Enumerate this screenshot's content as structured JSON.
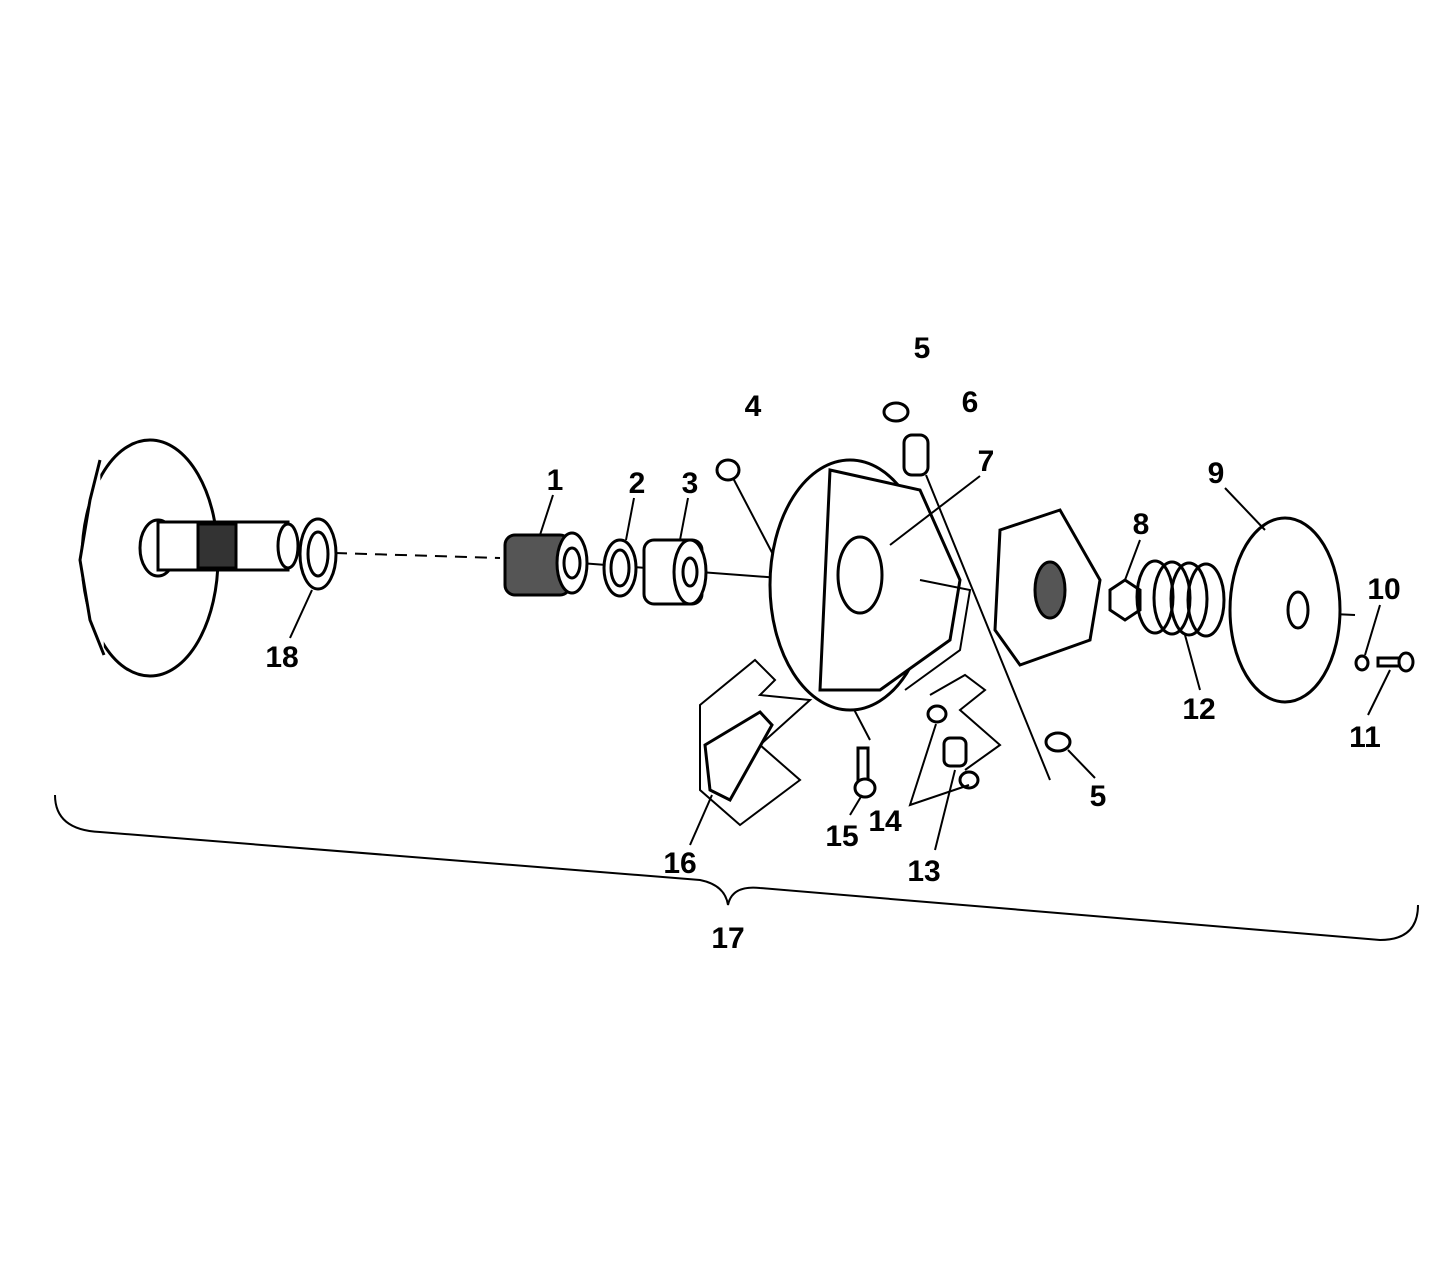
{
  "diagram": {
    "type": "exploded-parts-view",
    "callouts": [
      {
        "id": "c1",
        "label": "1"
      },
      {
        "id": "c2",
        "label": "2"
      },
      {
        "id": "c3",
        "label": "3"
      },
      {
        "id": "c4",
        "label": "4"
      },
      {
        "id": "c5a",
        "label": "5"
      },
      {
        "id": "c6",
        "label": "6"
      },
      {
        "id": "c7",
        "label": "7"
      },
      {
        "id": "c8",
        "label": "8"
      },
      {
        "id": "c9",
        "label": "9"
      },
      {
        "id": "c10",
        "label": "10"
      },
      {
        "id": "c11",
        "label": "11"
      },
      {
        "id": "c12",
        "label": "12"
      },
      {
        "id": "c5b",
        "label": "5"
      },
      {
        "id": "c13",
        "label": "13"
      },
      {
        "id": "c14",
        "label": "14"
      },
      {
        "id": "c15",
        "label": "15"
      },
      {
        "id": "c16",
        "label": "16"
      },
      {
        "id": "c17",
        "label": "17"
      },
      {
        "id": "c18",
        "label": "18"
      }
    ]
  }
}
